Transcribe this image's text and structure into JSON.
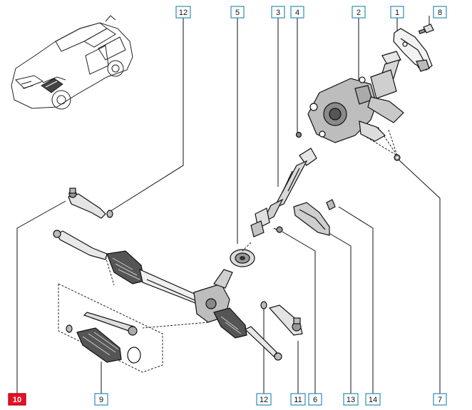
{
  "callouts": [
    {
      "id": "c1",
      "label": "1"
    },
    {
      "id": "c2",
      "label": "2"
    },
    {
      "id": "c3",
      "label": "3"
    },
    {
      "id": "c4",
      "label": "4"
    },
    {
      "id": "c5",
      "label": "5"
    },
    {
      "id": "c6",
      "label": "6"
    },
    {
      "id": "c7",
      "label": "7"
    },
    {
      "id": "c8",
      "label": "8"
    },
    {
      "id": "c9",
      "label": "9"
    },
    {
      "id": "c10",
      "label": "10",
      "highlight": true
    },
    {
      "id": "c11",
      "label": "11"
    },
    {
      "id": "c12a",
      "label": "12"
    },
    {
      "id": "c12b",
      "label": "12"
    },
    {
      "id": "c13",
      "label": "13"
    },
    {
      "id": "c14",
      "label": "14"
    }
  ],
  "colors": {
    "label_border": "#2a8fb5",
    "highlight_fill": "#e8102a",
    "line": "#111111"
  }
}
